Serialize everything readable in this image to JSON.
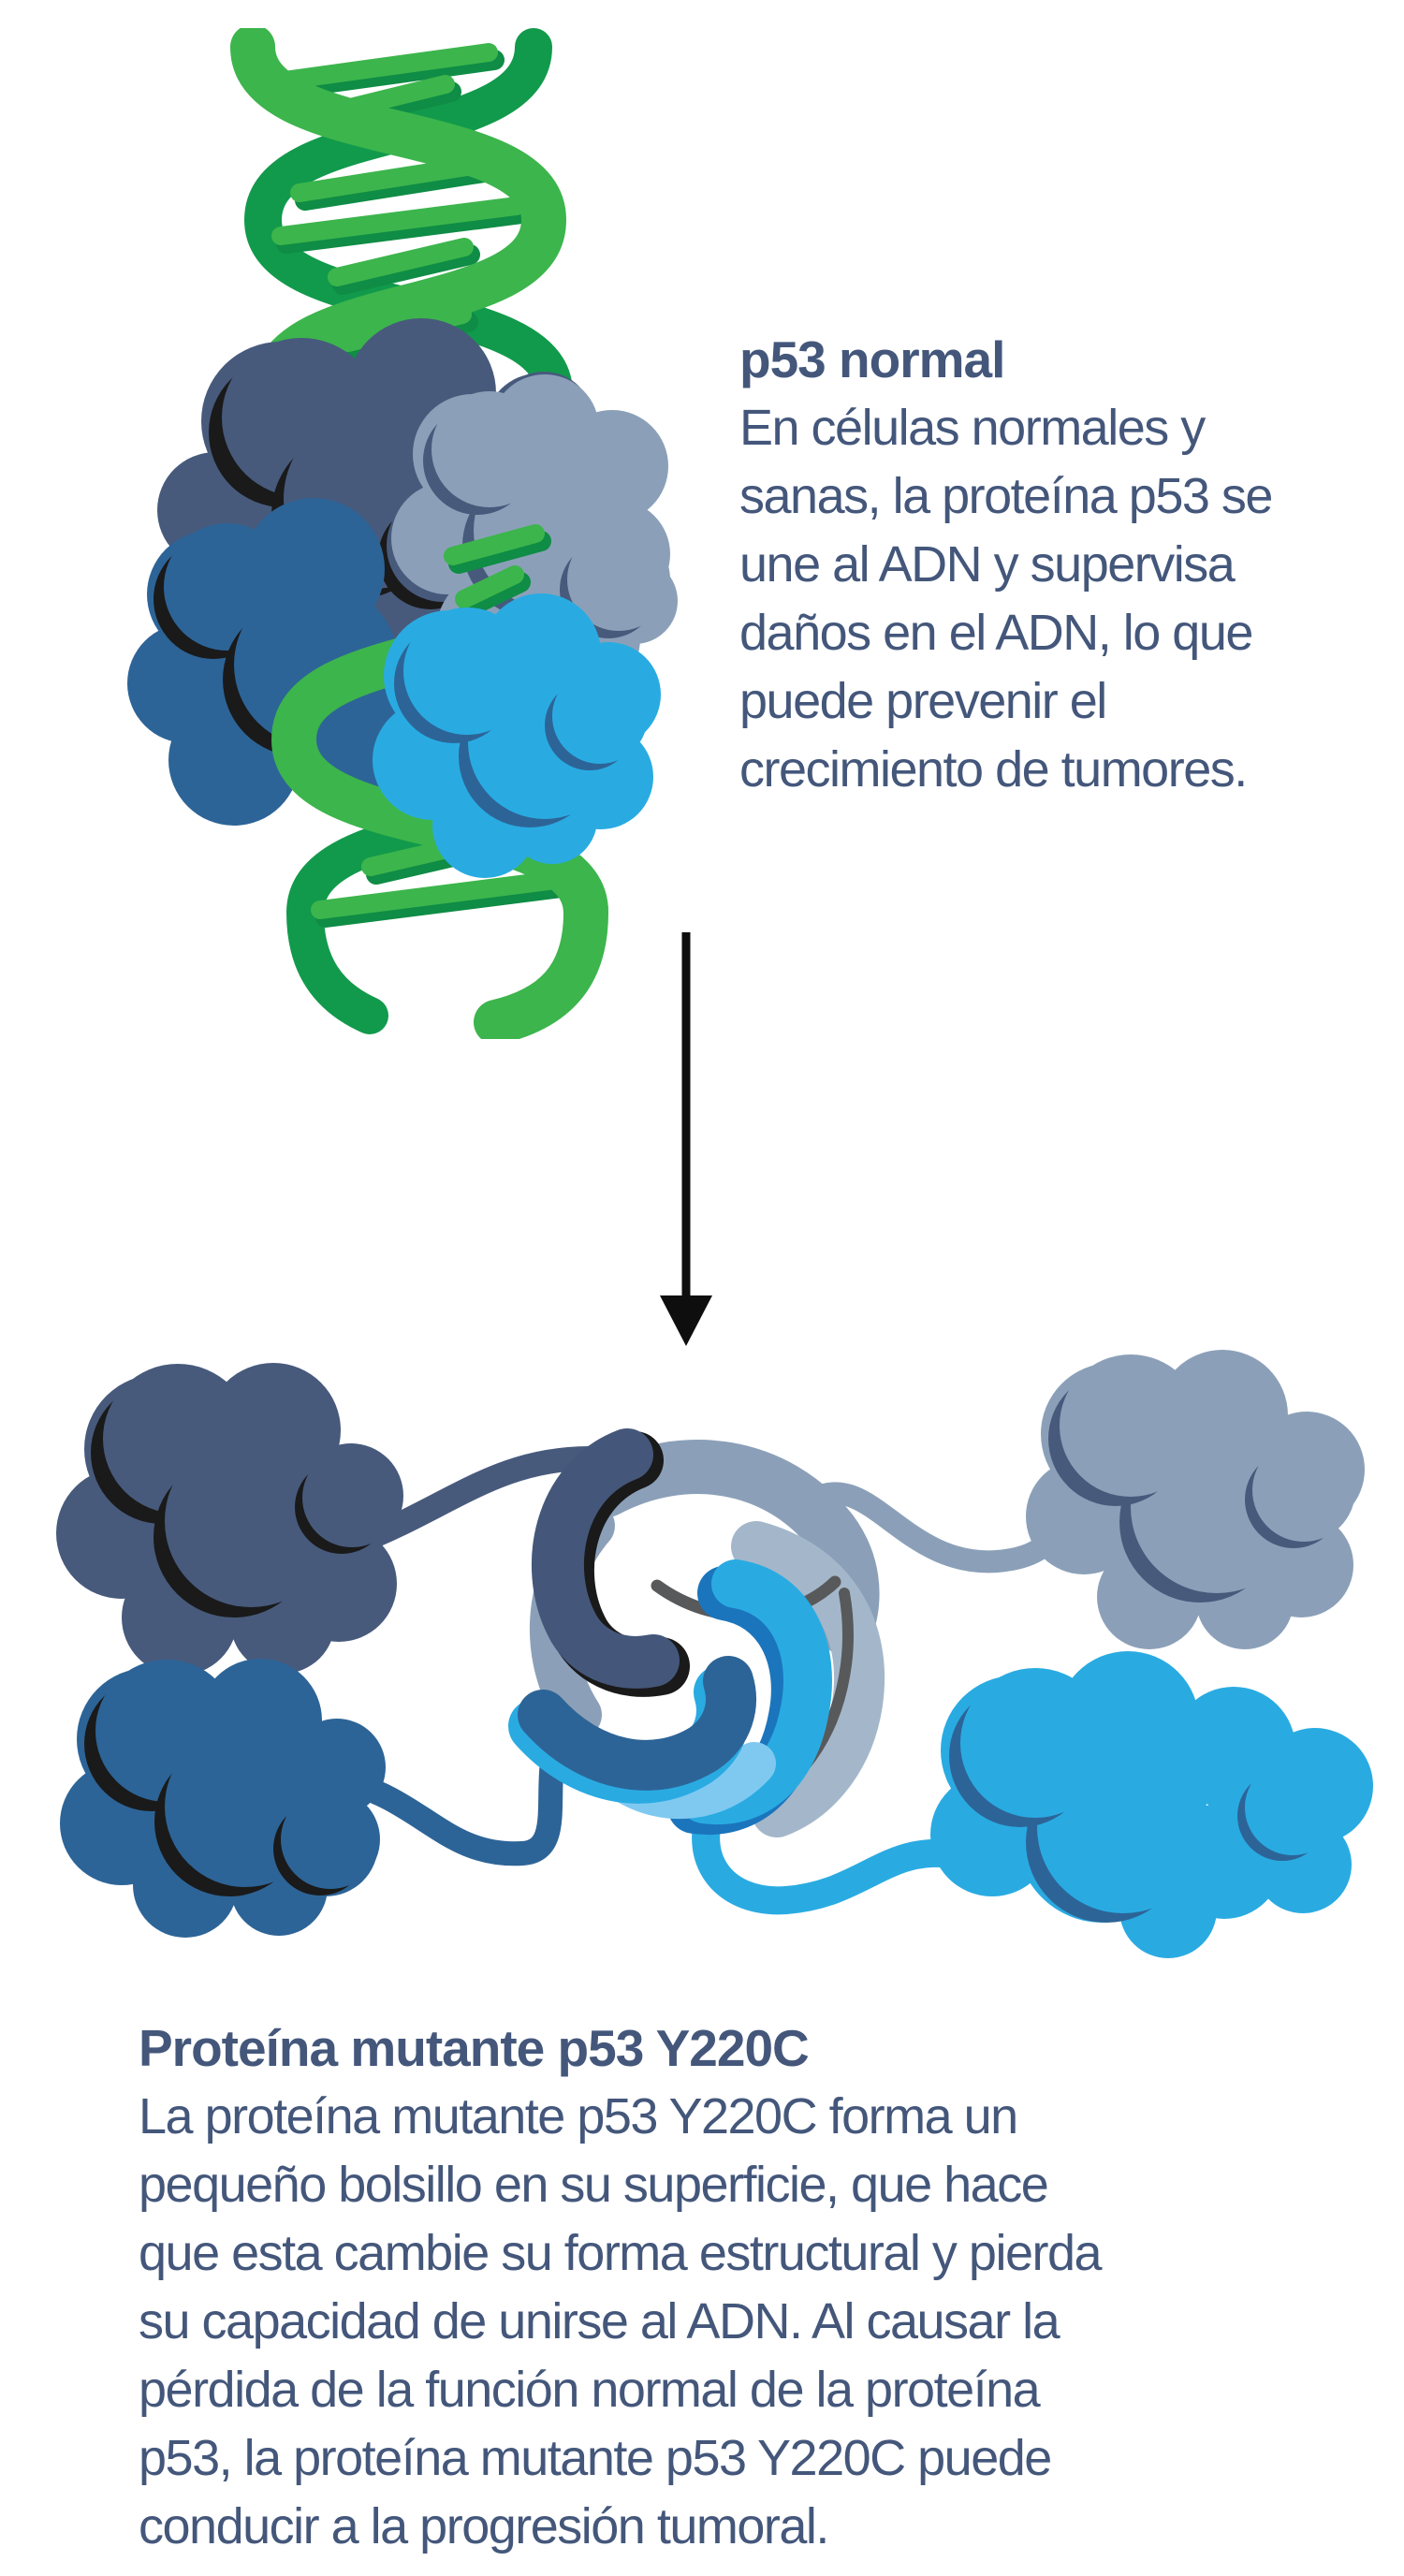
{
  "document": {
    "language": "es",
    "background_color": "#ffffff",
    "topic": "p53 protein infographic"
  },
  "colors": {
    "text": "#44577B",
    "navy_blob": "#475A7C",
    "blue_blob": "#2D6497",
    "cyan_blob": "#29ABE2",
    "gray_blue_blob": "#8BA0B8",
    "light_gray_blue": "#A4B7CA",
    "light_blue": "#7FC9F0",
    "dark_blue_edge": "#1B75BC",
    "dna_green_bright": "#3CB54C",
    "dna_green_dark": "#0F9347",
    "shadow_black": "#1A1A1A",
    "shadow_dark_gray": "#58595B",
    "arrow_black": "#0E0E0E"
  },
  "icons": {
    "down_arrow": "down-arrow connector between normal and mutant states",
    "dna_helix": "green DNA double helix",
    "normal_p53_figure": "four p53 protein subunits bound to DNA",
    "mutant_p53_figure": "unfolded mutant p53 Y220C subunits around surface pocket"
  },
  "normal_section": {
    "heading": "p53 normal",
    "lines": [
      "En células normales y",
      "sanas, la proteína p53 se",
      "une al ADN y supervisa",
      "daños en el ADN, lo que",
      "puede prevenir el",
      "crecimiento de tumores."
    ]
  },
  "mutant_section": {
    "heading": "Proteína mutante p53 Y220C",
    "lines": [
      "La proteína mutante p53 Y220C forma un",
      "pequeño bolsillo en su superficie, que hace",
      "que esta cambie su forma estructural y pierda",
      "su capacidad de unirse al ADN. Al causar la",
      "pérdida de la función normal de la proteína",
      "p53, la proteína mutante p53 Y220C puede",
      "conducir a la progresión tumoral."
    ]
  }
}
